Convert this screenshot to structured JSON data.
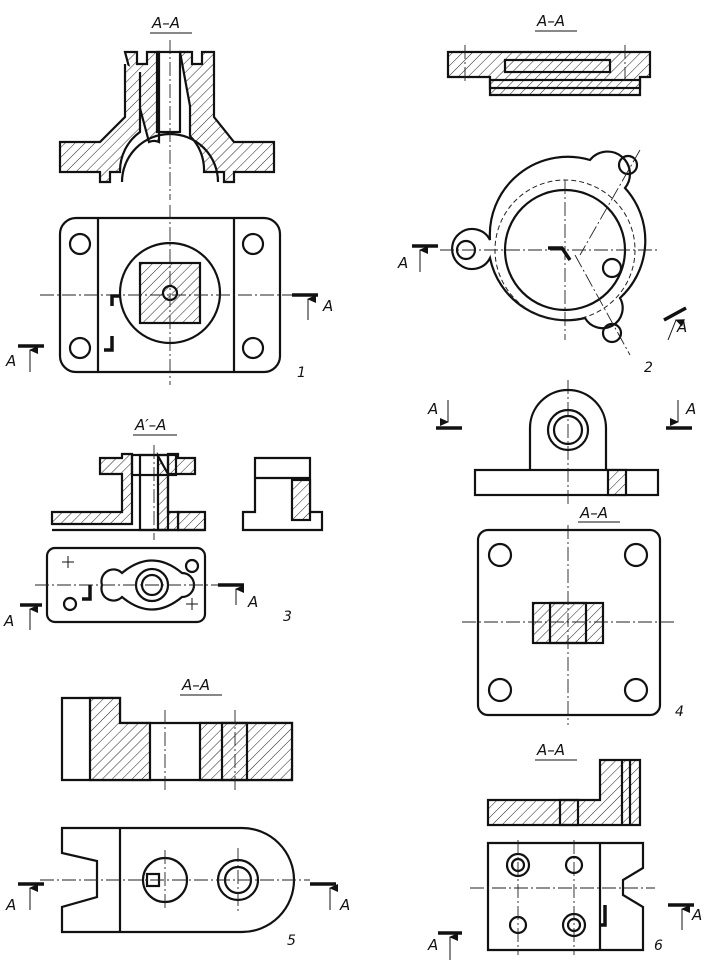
{
  "views": [
    {
      "number": "1",
      "title": "A–A",
      "cut_labels": [
        "A",
        "A"
      ]
    },
    {
      "number": "2",
      "title": "A–A",
      "cut_labels": [
        "A",
        "A"
      ]
    },
    {
      "number": "3",
      "title": "A′–A",
      "cut_labels": [
        "A",
        "A"
      ]
    },
    {
      "number": "4",
      "title": "A–A",
      "cut_labels": [
        "A",
        "A"
      ]
    },
    {
      "number": "5",
      "title": "A–A",
      "cut_labels": [
        "A",
        "A"
      ]
    },
    {
      "number": "6",
      "title": "A–A",
      "cut_labels": [
        "A",
        "A"
      ]
    }
  ],
  "colors": {
    "ink": "#111111",
    "paper": "#ffffff"
  }
}
